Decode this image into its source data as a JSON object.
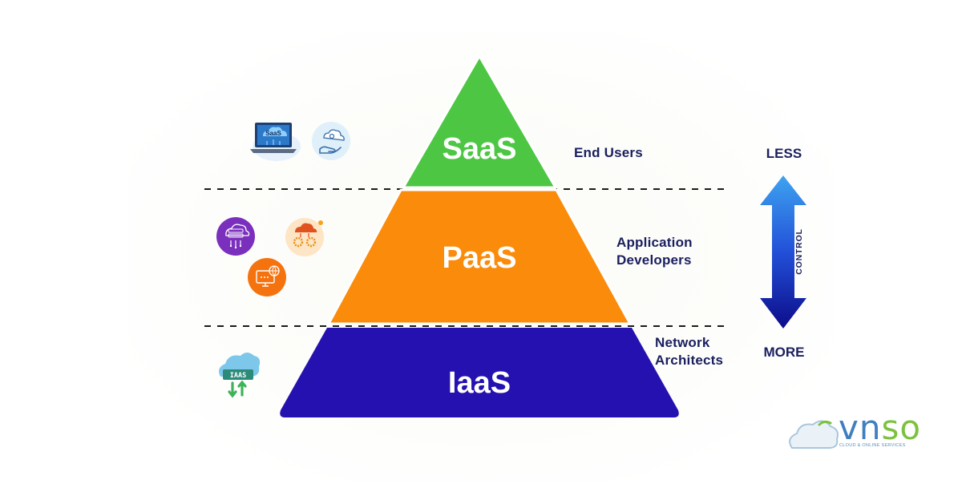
{
  "tiers": [
    {
      "id": "saas",
      "label": "SaaS",
      "role": [
        "End Users"
      ],
      "color": "#4dc743"
    },
    {
      "id": "paas",
      "label": "PaaS",
      "role": [
        "Application",
        "Developers"
      ],
      "color": "#fb8b0a"
    },
    {
      "id": "iaas",
      "label": "IaaS",
      "role": [
        "Network",
        "Architects"
      ],
      "color": "#2511b0"
    }
  ],
  "control": {
    "top_label": "LESS",
    "bottom_label": "MORE",
    "axis_label": "CONTROL"
  },
  "icons": {
    "saas_laptop_badge": "SaaS",
    "iaas_badge": "IAAS"
  },
  "logo": {
    "brand_prefix": "vn",
    "brand_suffix": "so",
    "tagline": "CLOUD & ONLINE SERVICES"
  }
}
